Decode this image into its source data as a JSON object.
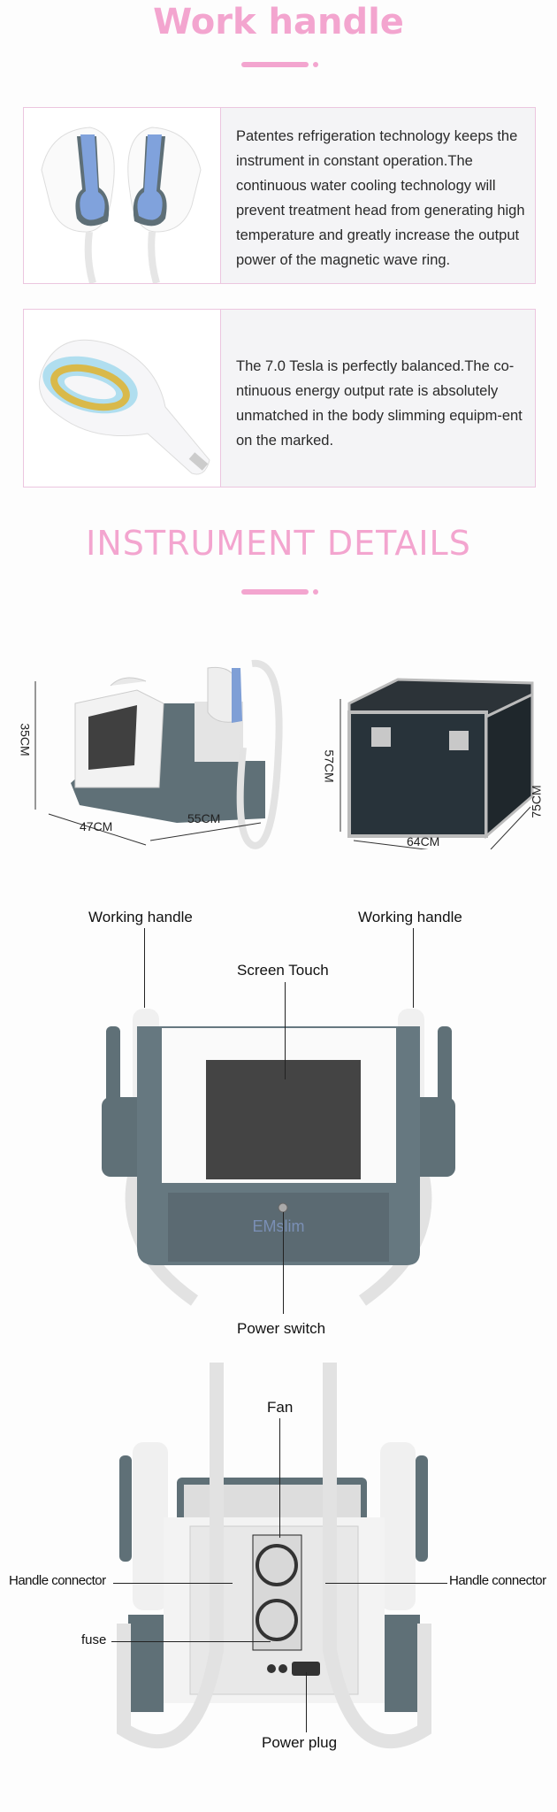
{
  "work_handle": {
    "title": "Work handle",
    "cards": [
      {
        "text": "Patentes refrigeration technology keeps the instrument in constant operation.The continuous water cooling technology will prevent treatment head from generating high temperature and greatly increase the output power of the magnetic wave ring."
      },
      {
        "text": "The 7.0 Tesla is perfectly balanced.The co-ntinuous energy output rate is absolutely unmatched in the body slimming equipm-ent on the marked."
      }
    ]
  },
  "instrument_details": {
    "title": "INSTRUMENT DETAILS",
    "machine_dims": {
      "height": "35CM",
      "depth": "47CM",
      "width": "55CM"
    },
    "case_dims": {
      "height": "57CM",
      "width": "64CM",
      "depth": "75CM"
    },
    "machine_brand": "EMslim"
  },
  "front_view": {
    "labels": {
      "handle_left": "Working handle",
      "handle_right": "Working handle",
      "screen": "Screen Touch",
      "power_switch": "Power switch"
    }
  },
  "back_view": {
    "labels": {
      "fan": "Fan",
      "connector_left": "Handle connector",
      "connector_right": "Handle connector",
      "fuse": "fuse",
      "power_plug": "Power plug"
    }
  },
  "colors": {
    "accent": "#f3a5cf",
    "border": "#ecc6df",
    "device_grey": "#5f7077",
    "handle_blue": "#7f9fd6"
  }
}
